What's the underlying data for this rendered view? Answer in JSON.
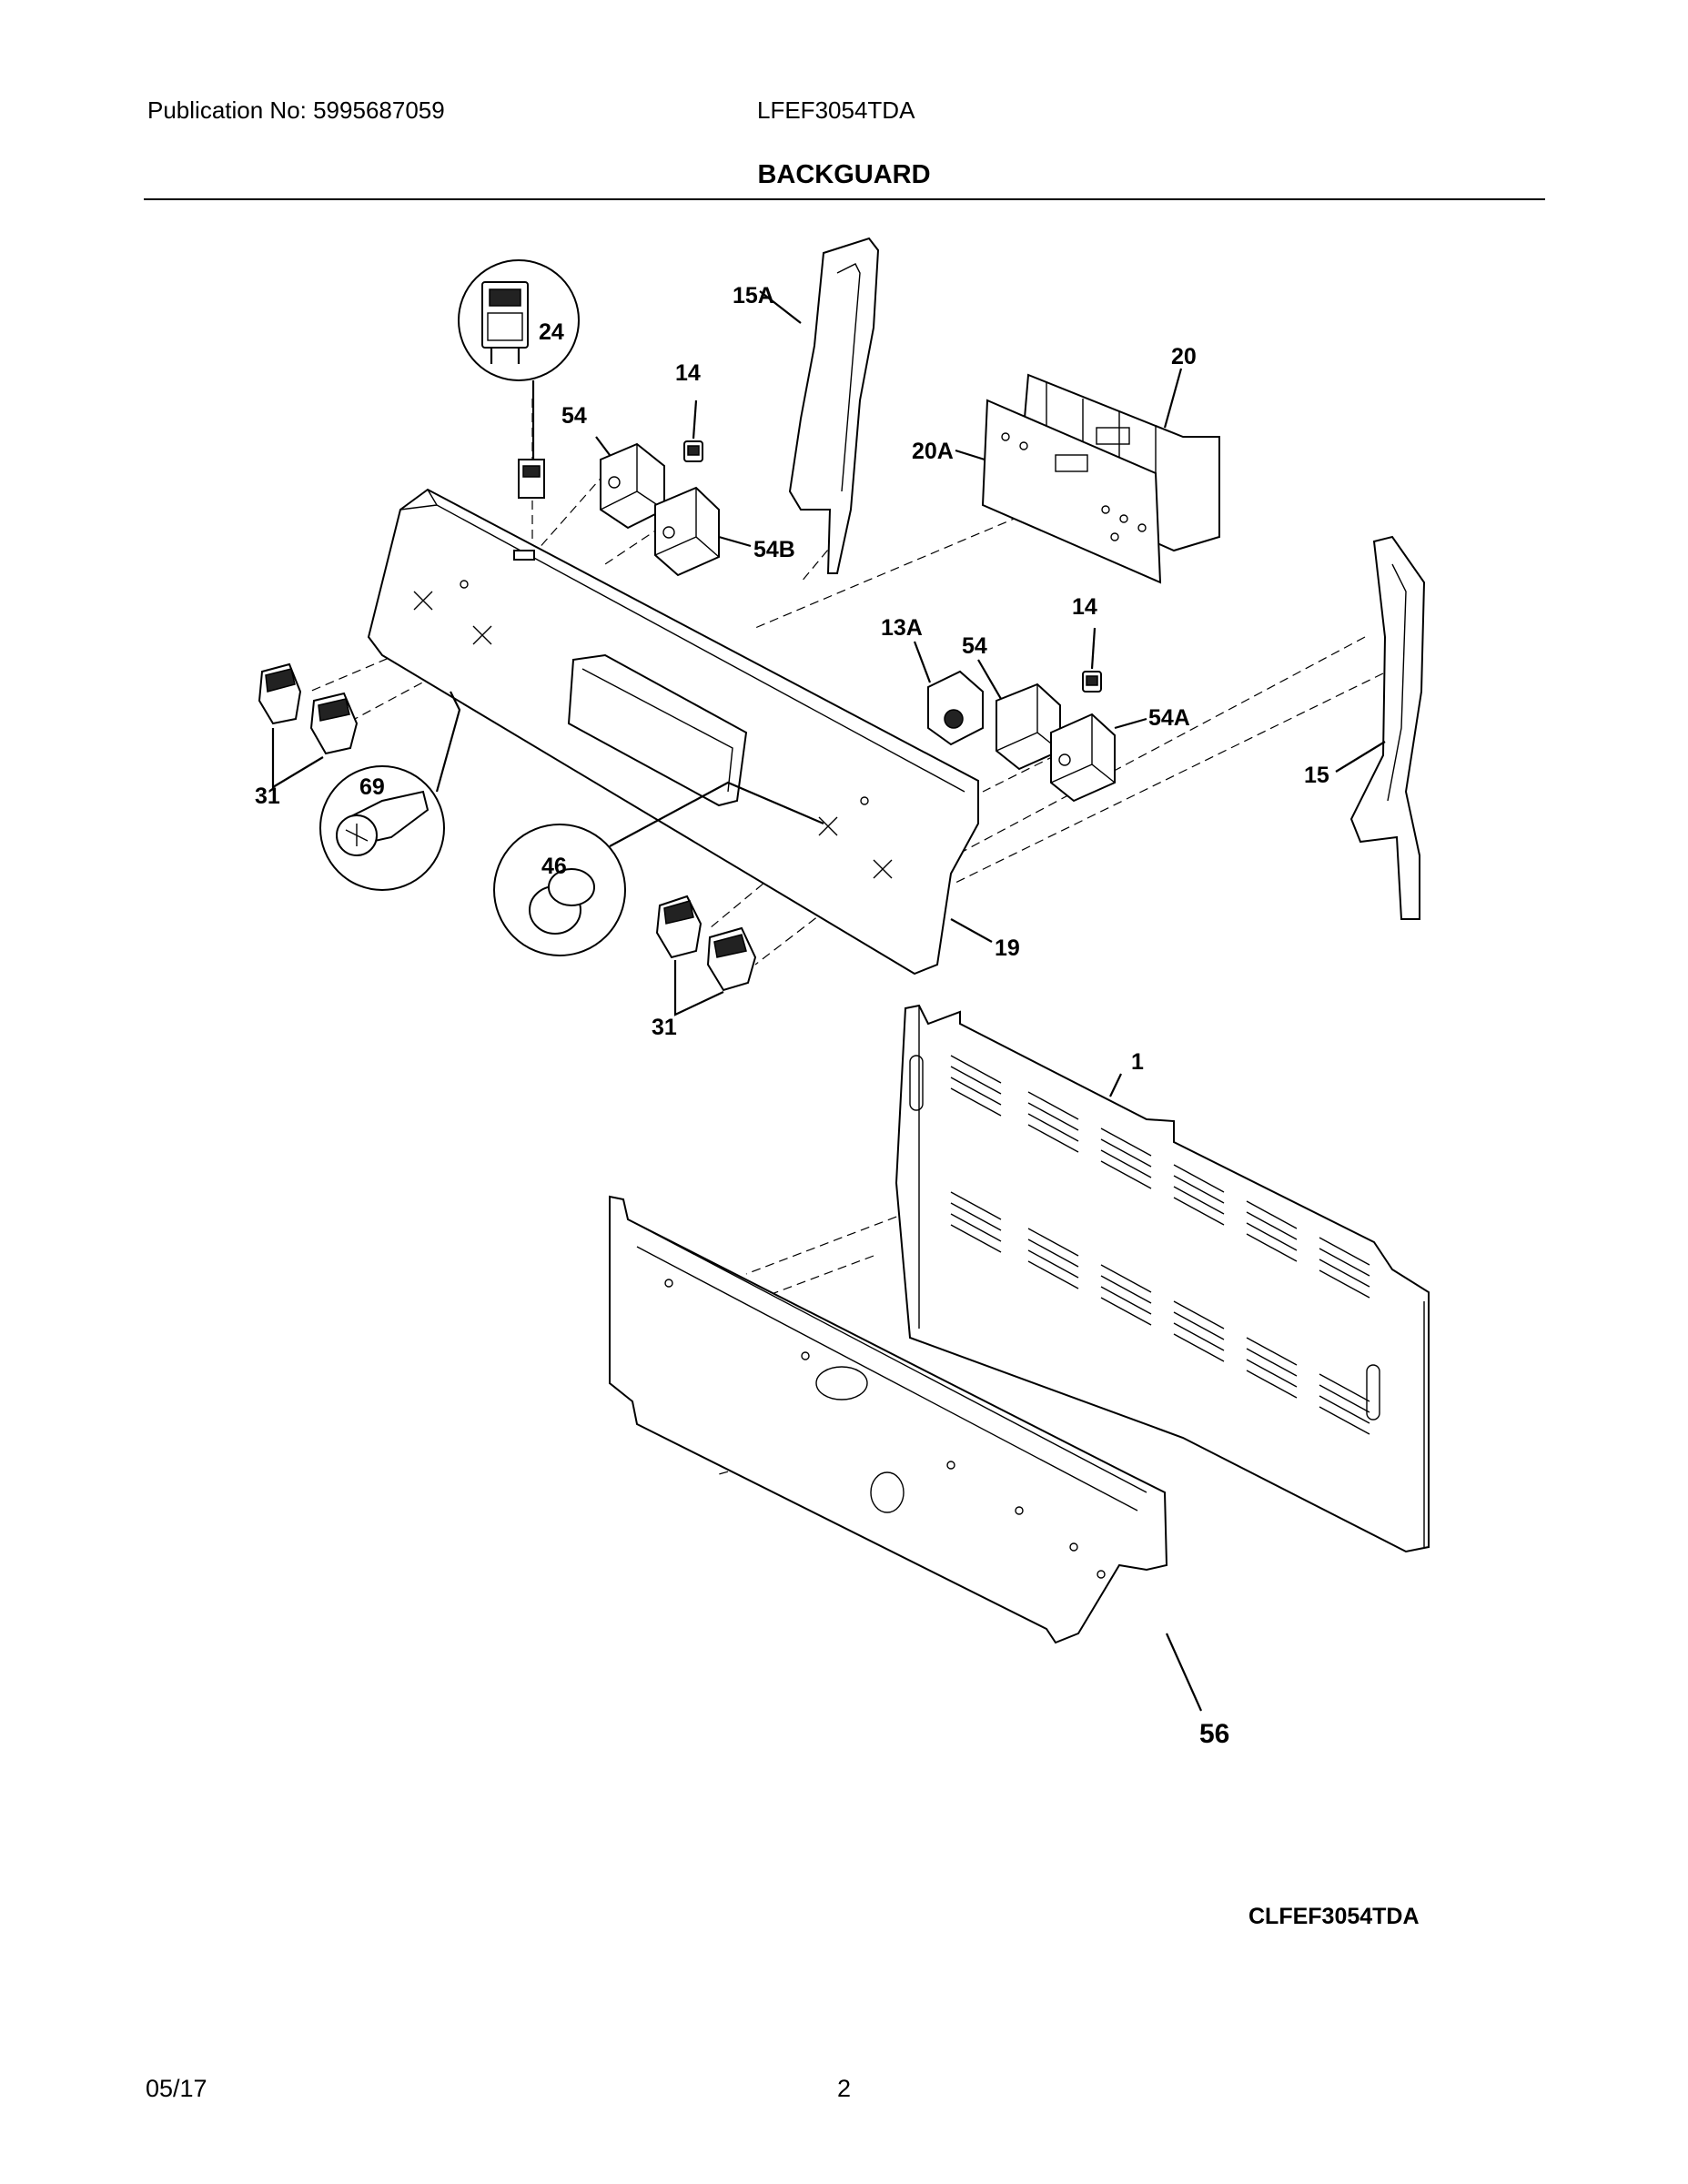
{
  "header": {
    "publication": "Publication No:  5995687059",
    "model": "LFEF3054TDA",
    "title": "BACKGUARD"
  },
  "footer": {
    "diagram_code": "CLFEF3054TDA",
    "date": "05/17",
    "page_number": "2"
  },
  "callouts": {
    "c24": "24",
    "c15a": "15A",
    "c14a": "14",
    "c54a_top": "54",
    "c20": "20",
    "c20a": "20A",
    "c54b": "54B",
    "c13a": "13A",
    "c14b": "14",
    "c54_mid": "54",
    "c54a": "54A",
    "c15": "15",
    "c31a": "31",
    "c69": "69",
    "c46": "46",
    "c19": "19",
    "c31b": "31",
    "c1": "1",
    "c56": "56"
  }
}
